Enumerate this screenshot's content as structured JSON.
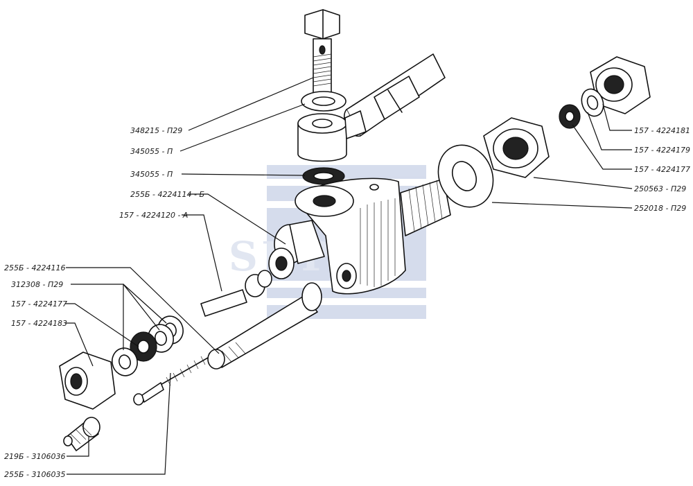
{
  "watermark": {
    "text": "SUPAL",
    "color": "#aebbd9"
  },
  "callouts": [
    {
      "id": "c1",
      "label": "348215 - П29"
    },
    {
      "id": "c2",
      "label": "345055 - П"
    },
    {
      "id": "c3",
      "label": "345055 - П"
    },
    {
      "id": "c4",
      "label": "255Б - 4224114 - Б"
    },
    {
      "id": "c5",
      "label": "157 - 4224120 - А"
    },
    {
      "id": "c6",
      "label": "255Б - 4224116"
    },
    {
      "id": "c7",
      "label": "312308 - П29"
    },
    {
      "id": "c8",
      "label": "157 - 4224177"
    },
    {
      "id": "c9",
      "label": "157 - 4224183"
    },
    {
      "id": "c10",
      "label": "219Б - 3106036"
    },
    {
      "id": "c11",
      "label": "255Б - 3106035"
    },
    {
      "id": "c12",
      "label": "157 - 4224181"
    },
    {
      "id": "c13",
      "label": "157 - 4224179"
    },
    {
      "id": "c14",
      "label": "157 - 4224177"
    },
    {
      "id": "c15",
      "label": "250563 - П29"
    },
    {
      "id": "c16",
      "label": "252018 - П29"
    }
  ]
}
